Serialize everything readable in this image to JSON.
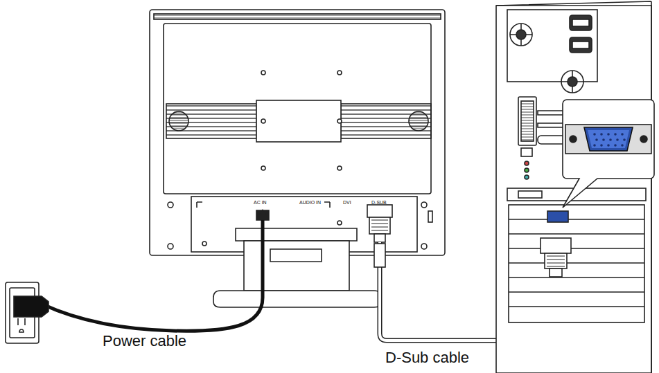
{
  "diagram": {
    "labels": [
      "AC IN",
      "AUDIO IN",
      "DVI",
      "D-SUB",
      "Power cable",
      "D-Sub cable"
    ]
  }
}
